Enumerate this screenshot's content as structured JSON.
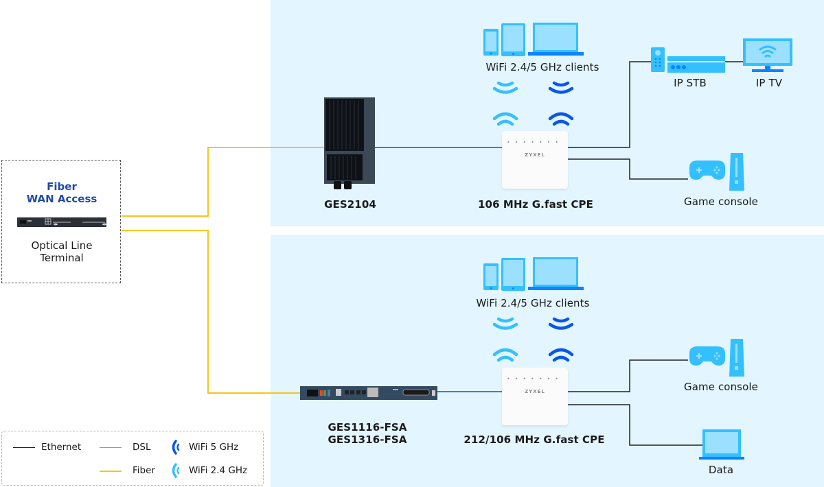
{
  "colors": {
    "panel_bg": "#e3f5fe",
    "fiber": "#f7c51c",
    "dsl": "#3a7be0",
    "ethernet": "#222222",
    "wifi5": "#0a56e8",
    "wifi24": "#34c0ff",
    "device_light": "#34c0ff",
    "device_fill": "#9be0ff",
    "device_dark": "#0a84ff",
    "olt_title": "#1f4aa8"
  },
  "olt": {
    "title_line1": "Fiber",
    "title_line2": "WAN Access",
    "label_line1": "Optical Line",
    "label_line2": "Terminal"
  },
  "top": {
    "dpu_label": "GES2104",
    "cpe_label": "106 MHz G.fast CPE",
    "clients_label": "WiFi 2.4/5 GHz clients",
    "router_brand": "ZYXEL",
    "stb_label": "IP STB",
    "tv_label": "IP TV",
    "console_label": "Game console"
  },
  "bottom": {
    "dpu_label_line1": "GES1116-FSA",
    "dpu_label_line2": "GES1316-FSA",
    "cpe_label": "212/106 MHz G.fast CPE",
    "clients_label": "WiFi 2.4/5 GHz clients",
    "router_brand": "ZYXEL",
    "console_label": "Game console",
    "data_label": "Data"
  },
  "legend": {
    "ethernet": "Ethernet",
    "dsl": "DSL",
    "fiber": "Fiber",
    "wifi5": "WiFi 5 GHz",
    "wifi24": "WiFi 2.4 GHz"
  }
}
